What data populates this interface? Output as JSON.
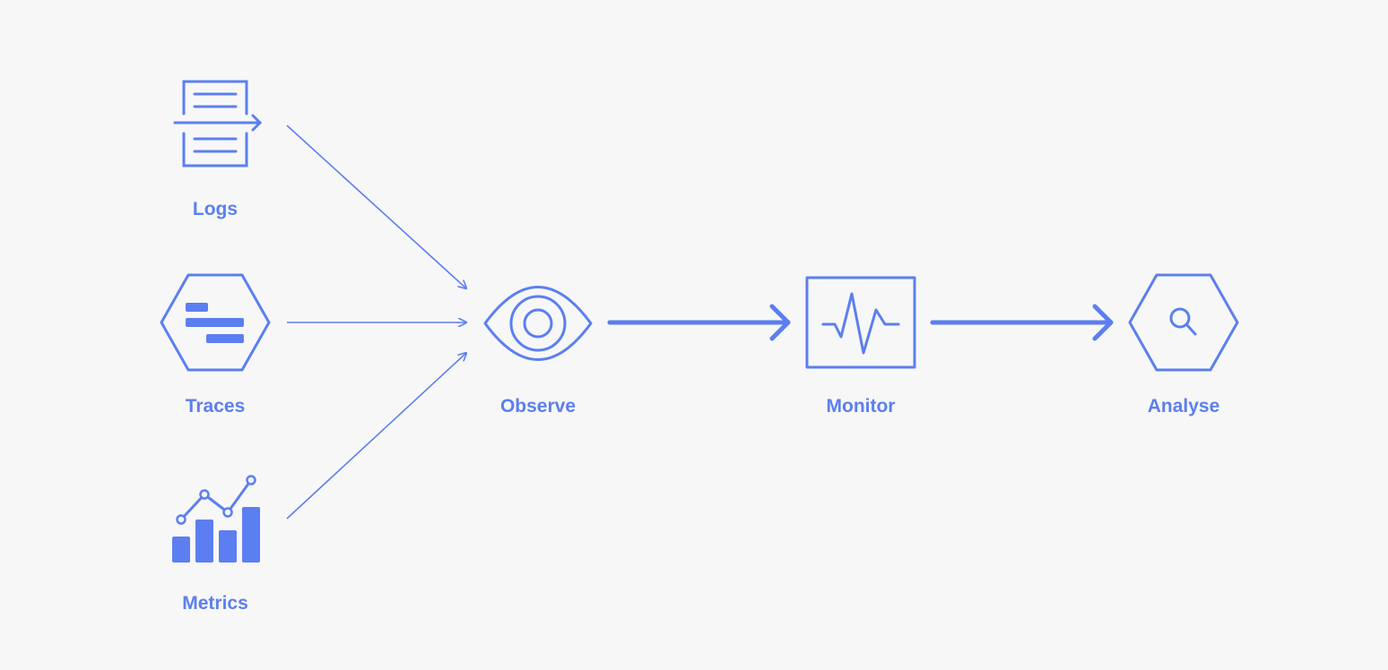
{
  "colors": {
    "background": "#f7f7f7",
    "accent": "#5b7ff0"
  },
  "nodes": {
    "logs": {
      "label": "Logs",
      "icon": "document-scan-icon"
    },
    "traces": {
      "label": "Traces",
      "icon": "hexagon-bars-icon"
    },
    "metrics": {
      "label": "Metrics",
      "icon": "bar-line-chart-icon"
    },
    "observe": {
      "label": "Observe",
      "icon": "eye-icon"
    },
    "monitor": {
      "label": "Monitor",
      "icon": "pulse-monitor-icon"
    },
    "analyse": {
      "label": "Analyse",
      "icon": "hexagon-search-icon"
    }
  },
  "edges": [
    {
      "from": "Logs",
      "to": "Observe"
    },
    {
      "from": "Traces",
      "to": "Observe"
    },
    {
      "from": "Metrics",
      "to": "Observe"
    },
    {
      "from": "Observe",
      "to": "Monitor"
    },
    {
      "from": "Monitor",
      "to": "Analyse"
    }
  ]
}
